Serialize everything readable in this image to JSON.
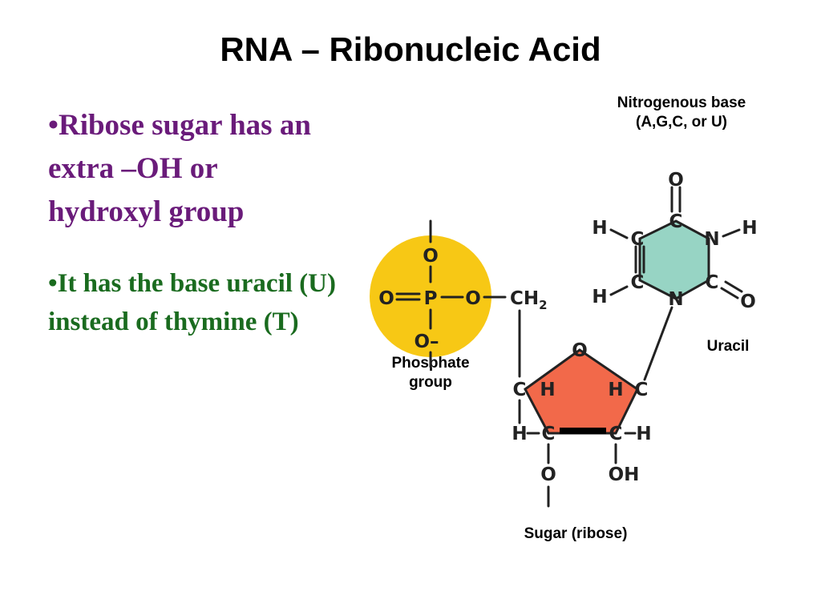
{
  "slide": {
    "title": "RNA – Ribonucleic Acid",
    "bullets": [
      {
        "marker": "•",
        "text": "Ribose sugar has an extra –OH or hydroxyl group",
        "color": "#6a1b7a"
      },
      {
        "marker": "•",
        "text": "It has the base uracil (U) instead of thymine (T)",
        "color": "#1a6b1f"
      }
    ]
  },
  "diagram": {
    "labels": {
      "nitrogenous_base_line1": "Nitrogenous base",
      "nitrogenous_base_line2": "(A,G,C, or U)",
      "uracil": "Uracil",
      "phosphate_line1": "Phosphate",
      "phosphate_line2": "group",
      "sugar": "Sugar (ribose)"
    },
    "atoms": {
      "oxygen": "O",
      "phosphorus": "P",
      "carbon": "C",
      "nitrogen": "N",
      "hydrogen": "H",
      "o_minus": "O–",
      "ch": "CH",
      "subscript_2": "2",
      "hydroxyl": "OH"
    },
    "colors": {
      "phosphate_fill": "#f7c815",
      "ribose_fill": "#f2694a",
      "uracil_fill": "#97d4c4"
    }
  }
}
